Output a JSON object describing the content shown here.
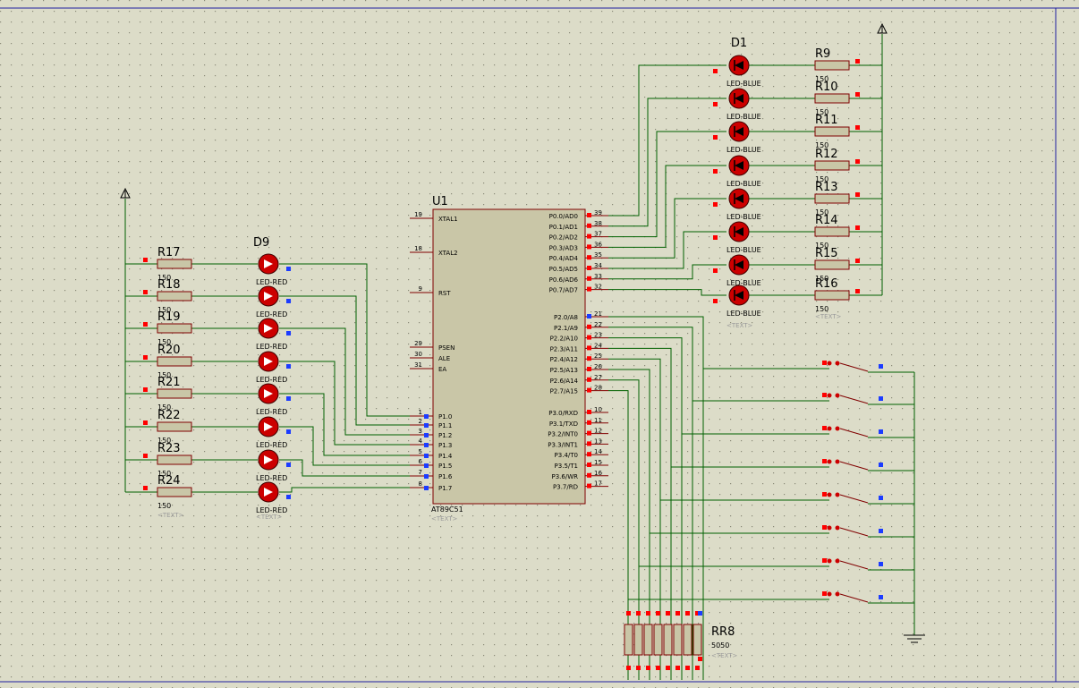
{
  "colors": {
    "background": "#dcdcc8",
    "wire": "#006000",
    "component_outline": "#800000",
    "component_fill": "#c9c6a7",
    "led": "#cc0000",
    "pin_red": "#ff0000",
    "pin_blue": "#1c3cff",
    "frame": "#1f1fa0"
  },
  "mcu": {
    "ref": "U1",
    "part": "AT89C51",
    "text": "<TEXT>",
    "left_pins": [
      {
        "num": "19",
        "name": "XTAL1"
      },
      {
        "num": "18",
        "name": "XTAL2"
      },
      {
        "num": "9",
        "name": "RST"
      },
      {
        "num": "29",
        "name": "PSEN"
      },
      {
        "num": "30",
        "name": "ALE"
      },
      {
        "num": "31",
        "name": "EA"
      },
      {
        "num": "1",
        "name": "P1.0"
      },
      {
        "num": "2",
        "name": "P1.1"
      },
      {
        "num": "3",
        "name": "P1.2"
      },
      {
        "num": "4",
        "name": "P1.3"
      },
      {
        "num": "5",
        "name": "P1.4"
      },
      {
        "num": "6",
        "name": "P1.5"
      },
      {
        "num": "7",
        "name": "P1.6"
      },
      {
        "num": "8",
        "name": "P1.7"
      }
    ],
    "right_pins": [
      {
        "num": "39",
        "name": "P0.0/AD0"
      },
      {
        "num": "38",
        "name": "P0.1/AD1"
      },
      {
        "num": "37",
        "name": "P0.2/AD2"
      },
      {
        "num": "36",
        "name": "P0.3/AD3"
      },
      {
        "num": "35",
        "name": "P0.4/AD4"
      },
      {
        "num": "34",
        "name": "P0.5/AD5"
      },
      {
        "num": "33",
        "name": "P0.6/AD6"
      },
      {
        "num": "32",
        "name": "P0.7/AD7"
      },
      {
        "num": "21",
        "name": "P2.0/A8"
      },
      {
        "num": "22",
        "name": "P2.1/A9"
      },
      {
        "num": "23",
        "name": "P2.2/A10"
      },
      {
        "num": "24",
        "name": "P2.3/A11"
      },
      {
        "num": "25",
        "name": "P2.4/A12"
      },
      {
        "num": "26",
        "name": "P2.5/A13"
      },
      {
        "num": "27",
        "name": "P2.6/A14"
      },
      {
        "num": "28",
        "name": "P2.7/A15"
      },
      {
        "num": "10",
        "name": "P3.0/RXD"
      },
      {
        "num": "11",
        "name": "P3.1/TXD"
      },
      {
        "num": "12",
        "name": "P3.2/INT0"
      },
      {
        "num": "13",
        "name": "P3.3/INT1"
      },
      {
        "num": "14",
        "name": "P3.4/T0"
      },
      {
        "num": "15",
        "name": "P3.5/T1"
      },
      {
        "num": "16",
        "name": "P3.6/WR"
      },
      {
        "num": "17",
        "name": "P3.7/RD"
      }
    ]
  },
  "blue_leds": {
    "first_ref": "D1",
    "part": "LED-BLUE",
    "text": "<TEXT>",
    "count": 8
  },
  "red_leds": {
    "first_ref": "D9",
    "part": "LED-RED",
    "text": "<TEXT>",
    "count": 8
  },
  "right_resistors": [
    {
      "ref": "R9",
      "value": "150"
    },
    {
      "ref": "R10",
      "value": "150"
    },
    {
      "ref": "R11",
      "value": "150"
    },
    {
      "ref": "R12",
      "value": "150"
    },
    {
      "ref": "R13",
      "value": "150"
    },
    {
      "ref": "R14",
      "value": "150"
    },
    {
      "ref": "R15",
      "value": "150"
    },
    {
      "ref": "R16",
      "value": "150"
    }
  ],
  "right_resistor_text": "<TEXT>",
  "left_resistors": [
    {
      "ref": "R17",
      "value": "150"
    },
    {
      "ref": "R18",
      "value": "150"
    },
    {
      "ref": "R19",
      "value": "150"
    },
    {
      "ref": "R20",
      "value": "150"
    },
    {
      "ref": "R21",
      "value": "150"
    },
    {
      "ref": "R22",
      "value": "150"
    },
    {
      "ref": "R23",
      "value": "150"
    },
    {
      "ref": "R24",
      "value": "150"
    }
  ],
  "left_resistor_text": "<TEXT>",
  "resistor_pack": {
    "ref": "RR8",
    "value": "5050",
    "text": "<TEXT>"
  },
  "switch_count": 8
}
